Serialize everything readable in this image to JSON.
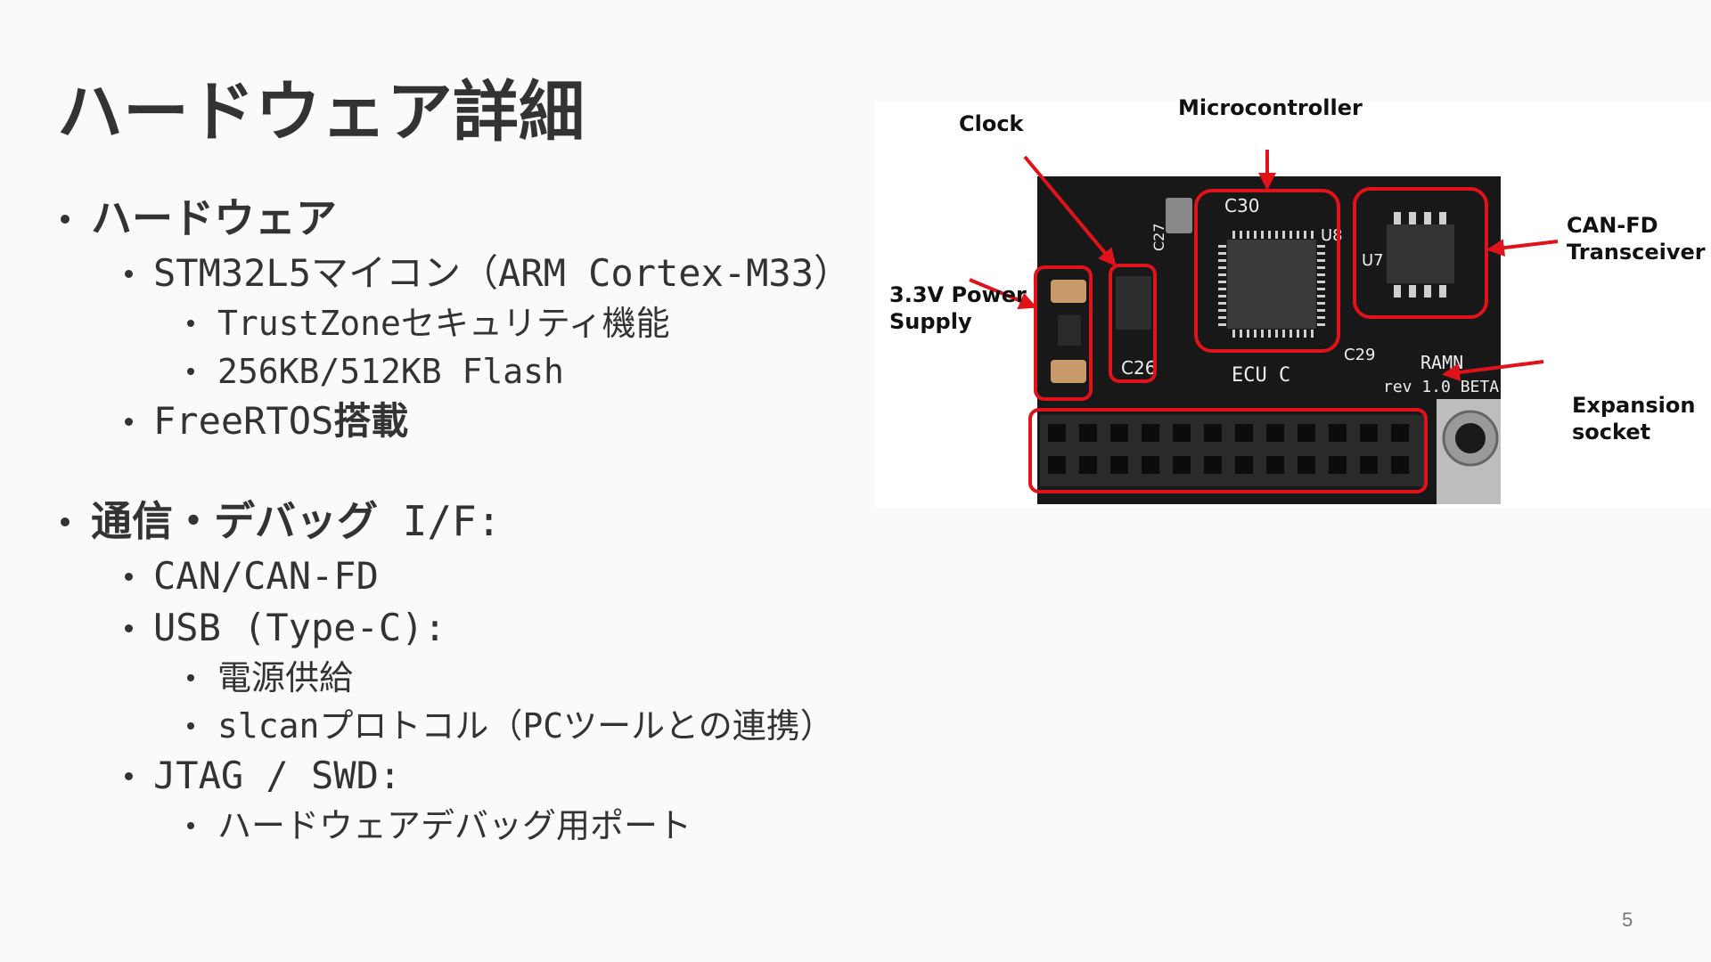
{
  "slide": {
    "title": "ハードウェア詳細",
    "page_number": "5"
  },
  "bullets": {
    "hardware": {
      "label": "ハードウェア",
      "mcu": "STM32L5マイコン（ARM Cortex-M33）",
      "trustzone": "TrustZoneセキュリティ機能",
      "flash": "256KB/512KB Flash",
      "rtos_prefix": "FreeRTOS",
      "rtos_suffix": "搭載"
    },
    "comm": {
      "label_main": "通信・デバッグ",
      "label_suffix": " I/F:",
      "can": "CAN/CAN-FD",
      "usb": "USB (Type-C):",
      "power": "電源供給",
      "slcan": "slcanプロトコル（PCツールとの連携）",
      "jtag": "JTAG / SWD:",
      "debug_port": "ハードウェアデバッグ用ポート"
    }
  },
  "figure": {
    "labels": {
      "clock": "Clock",
      "microcontroller": "Microcontroller",
      "power_line1": "3.3V Power",
      "power_line2": "Supply",
      "canfd_line1": "CAN-FD",
      "canfd_line2": "Transceiver",
      "expansion_line1": "Expansion",
      "expansion_line2": "socket"
    },
    "silkscreen": {
      "ecu": "ECU C",
      "ramn": "RAMN",
      "rev": "rev 1.0 BETA",
      "c30": "C30",
      "c26": "C26",
      "c29": "C29",
      "c27": "C27",
      "u8": "U8",
      "u7": "U7"
    },
    "colors": {
      "highlight": "#e0121a",
      "pcb": "#181818"
    }
  }
}
